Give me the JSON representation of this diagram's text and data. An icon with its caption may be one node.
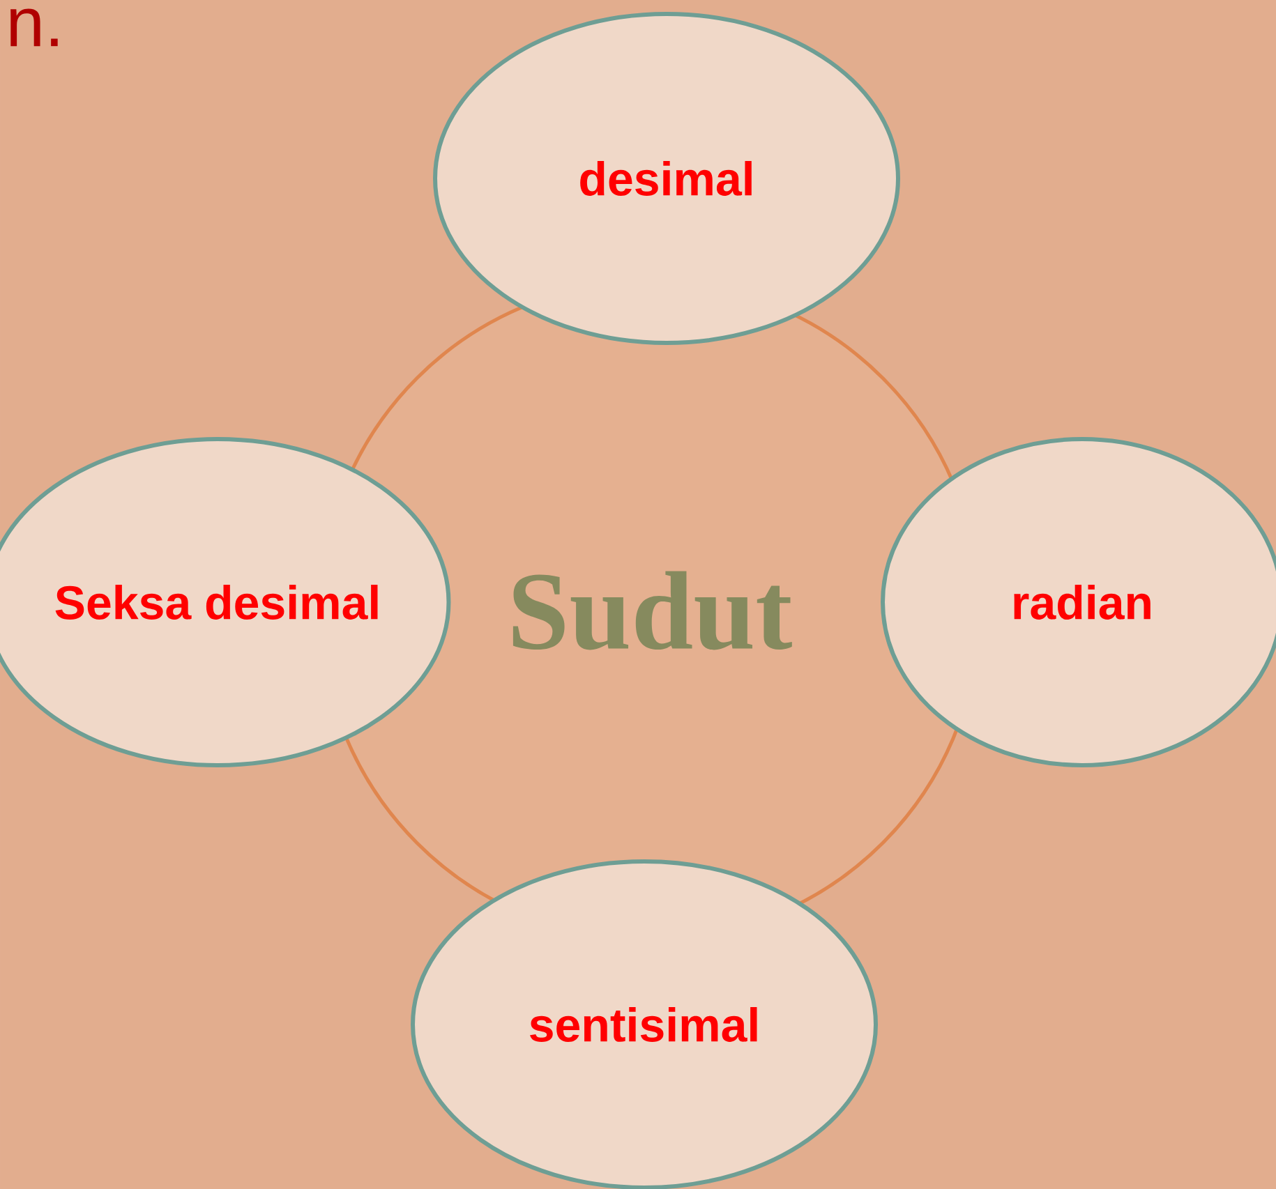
{
  "diagram": {
    "nodes": [
      {
        "text": [
          "Sudut"
        ]
      },
      {
        "text": [
          "desimal"
        ]
      },
      {
        "text": [
          "Seksa desimal"
        ]
      },
      {
        "text": [
          "radian"
        ]
      },
      {
        "text": [
          "sentisimal"
        ]
      }
    ],
    "labels": [
      "n."
    ]
  }
}
